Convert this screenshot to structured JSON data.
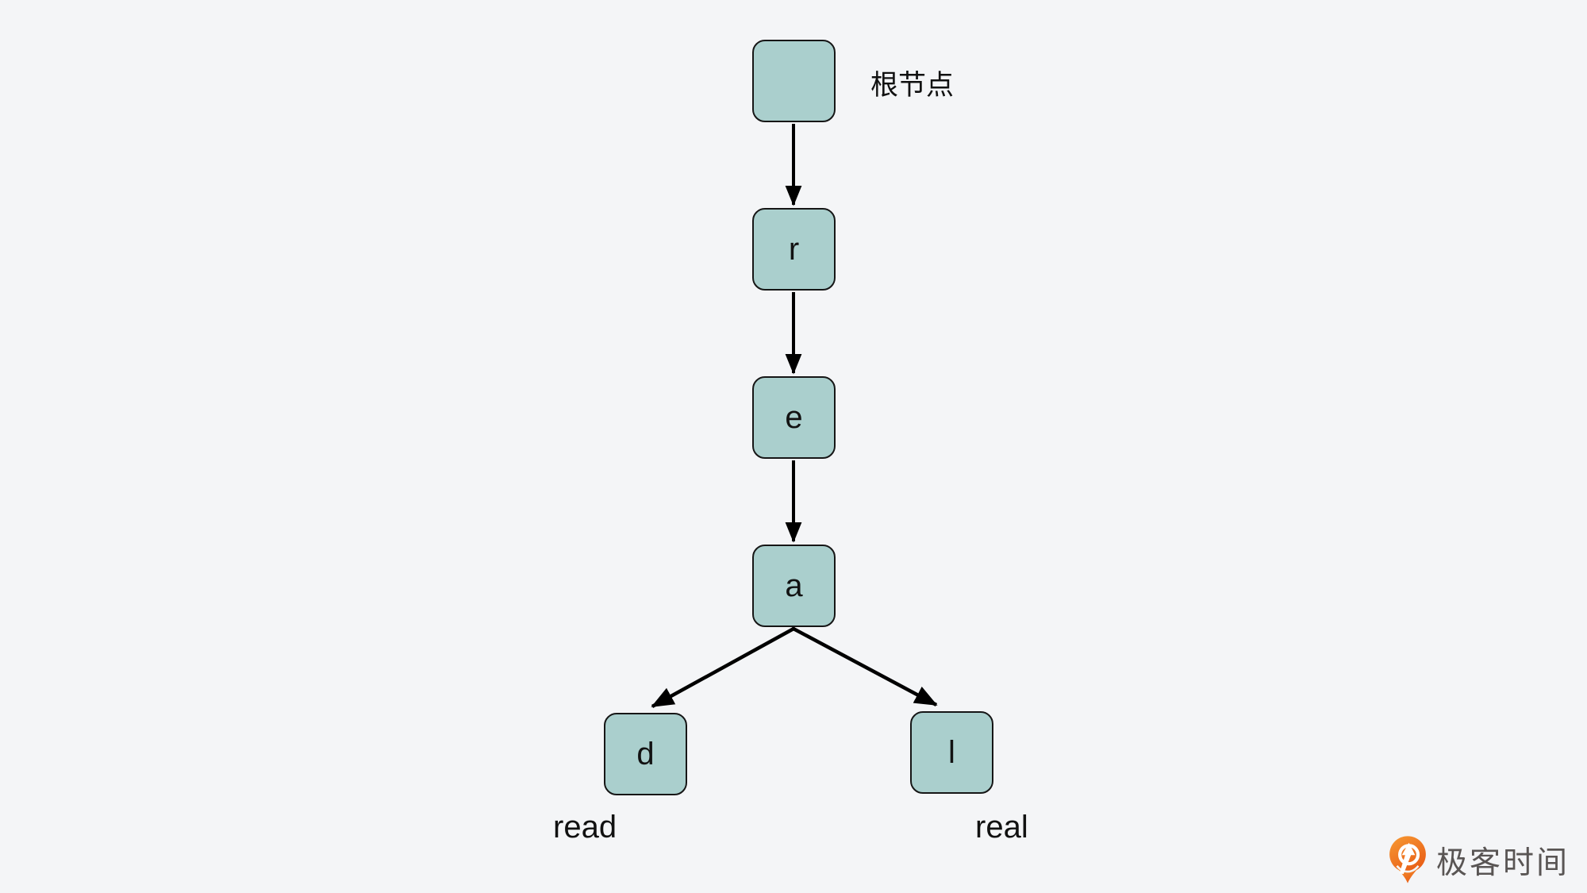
{
  "diagram": {
    "type": "trie",
    "root_annotation": "根节点",
    "nodes": {
      "root": {
        "char": ""
      },
      "r": {
        "char": "r"
      },
      "e": {
        "char": "e"
      },
      "a": {
        "char": "a"
      },
      "d": {
        "char": "d"
      },
      "l": {
        "char": "l"
      }
    },
    "edges": [
      [
        "root",
        "r"
      ],
      [
        "r",
        "e"
      ],
      [
        "e",
        "a"
      ],
      [
        "a",
        "d"
      ],
      [
        "a",
        "l"
      ]
    ],
    "words": {
      "left": "read",
      "right": "real"
    },
    "colors": {
      "background": "#f4f5f7",
      "node_fill": "#aacfcd",
      "node_border": "#161616",
      "arrow": "#000000",
      "text": "#111111"
    }
  },
  "branding": {
    "logo_text": "极客时间",
    "logo_orange": "#ed6c1e",
    "logo_text_color": "#595554"
  }
}
